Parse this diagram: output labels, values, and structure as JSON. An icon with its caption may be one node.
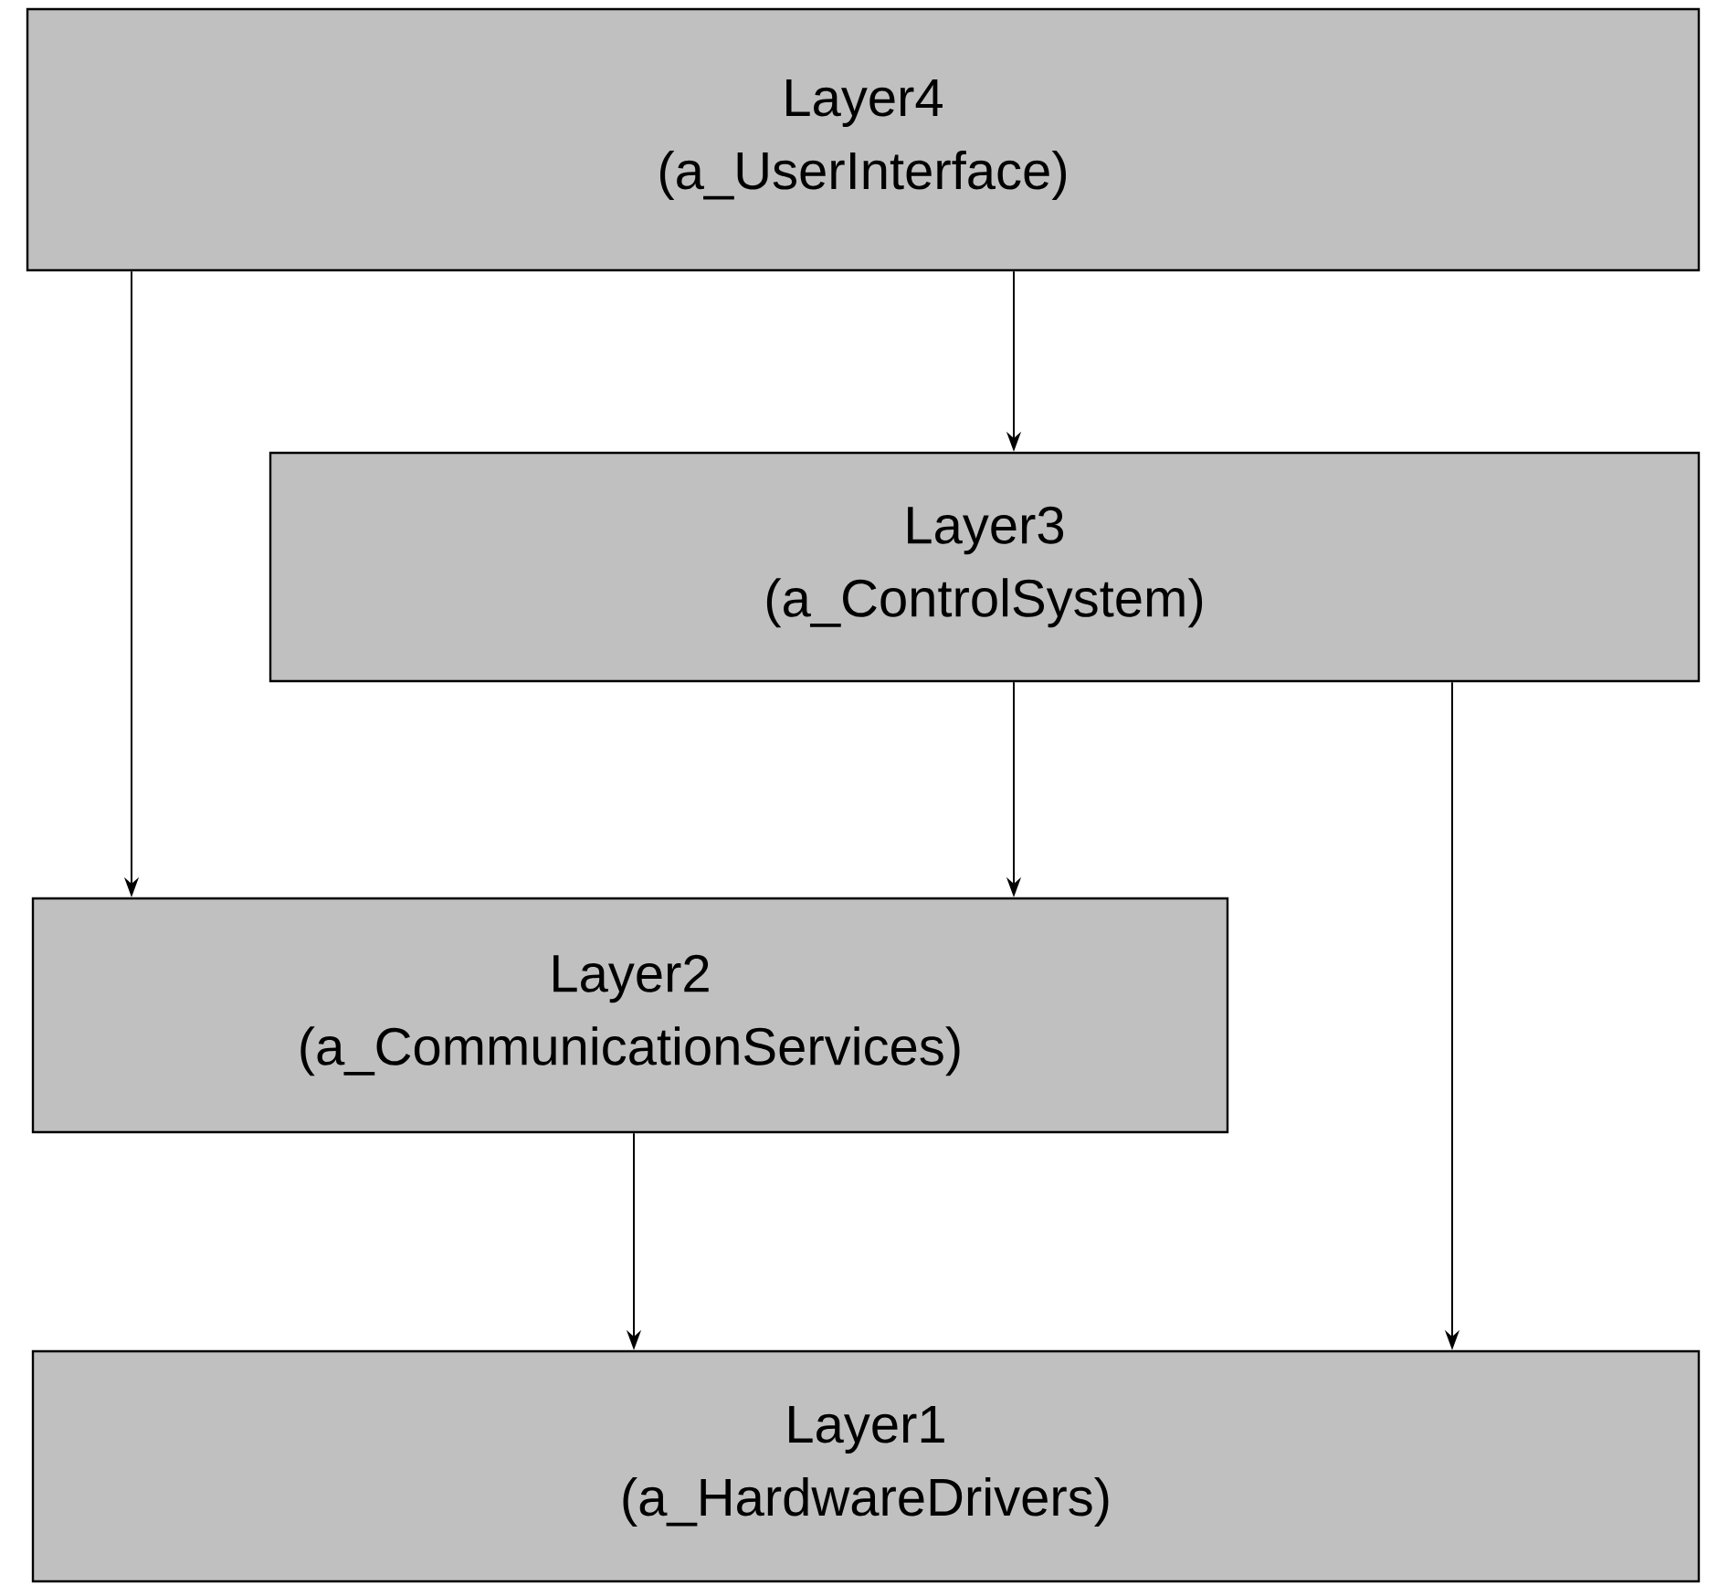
{
  "diagram": {
    "nodes": [
      {
        "text": [
          "Layer4",
          "(a_UserInterface)"
        ]
      },
      {
        "text": [
          "Layer3",
          "(a_ControlSystem)"
        ]
      },
      {
        "text": [
          "Layer2",
          "(a_CommunicationServices)"
        ]
      },
      {
        "text": [
          "Layer1",
          "(a_HardwareDrivers)"
        ]
      }
    ],
    "edges": [
      {
        "from": 0,
        "to": 1,
        "arrow": "to"
      },
      {
        "from": 0,
        "to": 2,
        "arrow": "to"
      },
      {
        "from": 1,
        "to": 2,
        "arrow": "to"
      },
      {
        "from": 1,
        "to": 3,
        "arrow": "to"
      },
      {
        "from": 2,
        "to": 3,
        "arrow": "to"
      }
    ]
  }
}
